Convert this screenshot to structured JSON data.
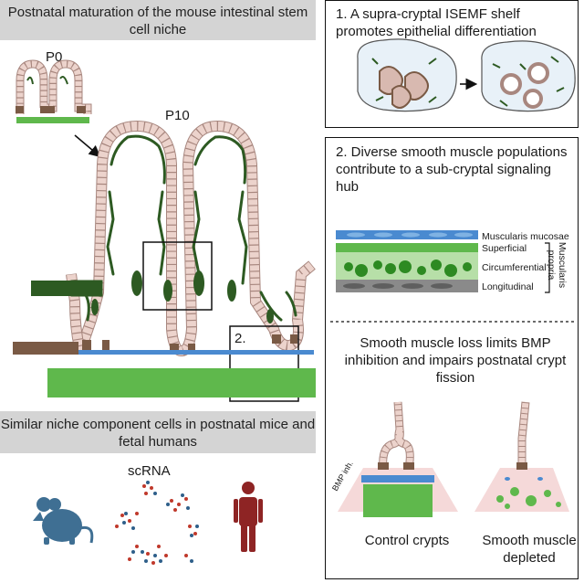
{
  "left": {
    "title": "Postnatal maturation of the mouse intestinal stem cell niche",
    "stage_p0": "P0",
    "stage_p10": "P10",
    "callout_1": "1.",
    "callout_2": "2."
  },
  "bottom_left": {
    "title": "Similar niche component cells in postnatal mice and fetal humans",
    "scrna_label": "scRNA",
    "mouse_icon": "mouse-icon",
    "human_icon": "human-icon"
  },
  "panel1": {
    "title": "1.  A supra-cryptal ISEMF shelf promotes epithelial differentiation"
  },
  "panel2": {
    "title": "2. Diverse smooth muscle populations contribute to a sub-cryptal signaling hub",
    "label_mucosae": "Muscularis mucosae",
    "label_superficial": "Superficial",
    "label_circumferential": "Circumferential",
    "label_longitudinal": "Longitudinal",
    "label_propria": "Muscularis propria",
    "sub_title": "Smooth muscle loss limits BMP inhibition and impairs postnatal crypt fission",
    "bmp_label": "BMP inh.",
    "control_label": "Control crypts",
    "depleted_label": "Smooth muscle depleted"
  },
  "colors": {
    "epithelium": "#ecd3cc",
    "epithelium_stroke": "#a8877f",
    "stem_cell": "#7a5a45",
    "isemf": "#2d5a22",
    "muscularis_mucosae": "#4a8ad0",
    "muscularis_propria": "#5fb84c",
    "banner": "#d4d4d4",
    "mouse": "#3f6f93",
    "human": "#8e2424",
    "dot_red": "#c0392b",
    "dot_blue": "#2e5f8a"
  }
}
